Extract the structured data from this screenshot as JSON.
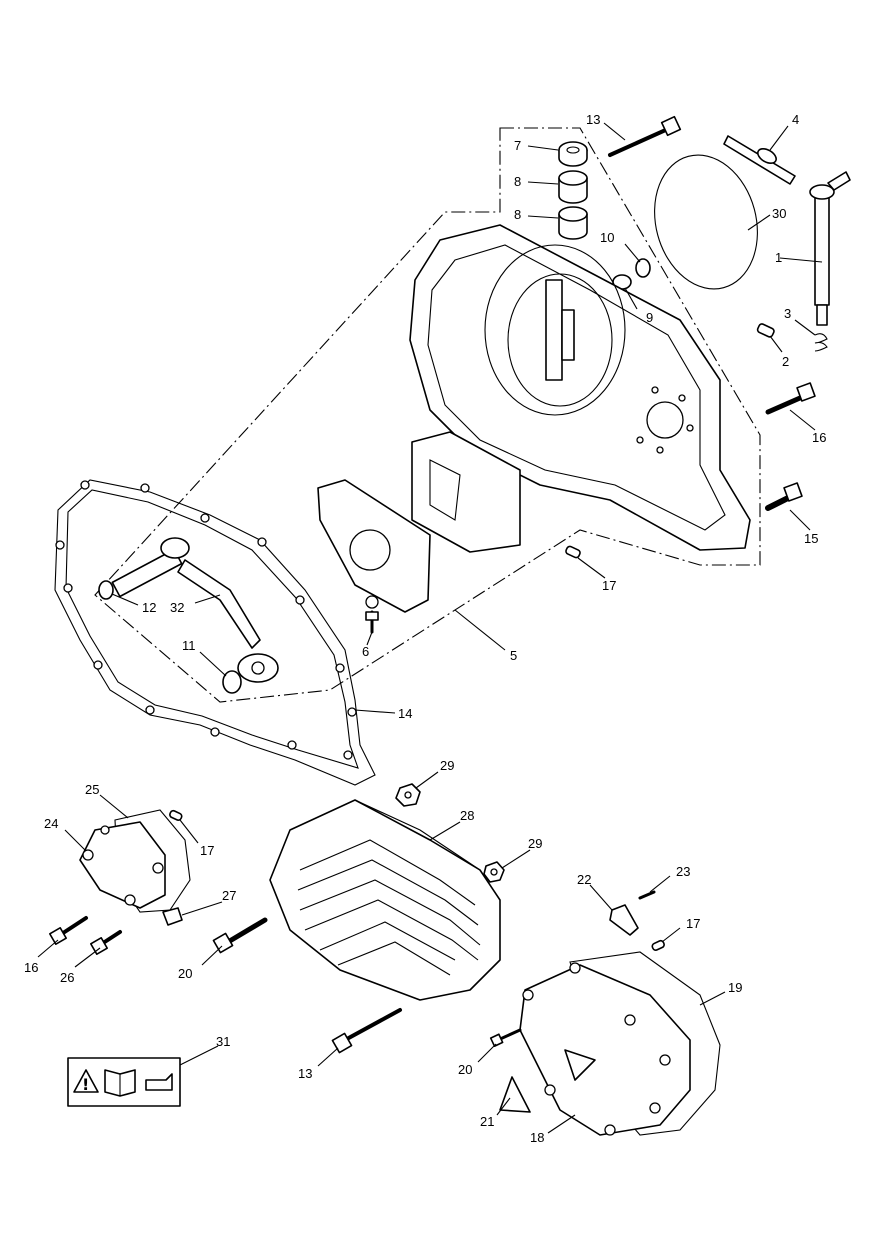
{
  "callouts": {
    "c1": "1",
    "c2": "2",
    "c3": "3",
    "c4": "4",
    "c5": "5",
    "c6": "6",
    "c7": "7",
    "c8a": "8",
    "c8b": "8",
    "c9": "9",
    "c10": "10",
    "c11": "11",
    "c12": "12",
    "c13a": "13",
    "c13b": "13",
    "c14": "14",
    "c15": "15",
    "c16a": "16",
    "c16b": "16",
    "c17a": "17",
    "c17b": "17",
    "c17c": "17",
    "c18": "18",
    "c19": "19",
    "c20a": "20",
    "c20b": "20",
    "c21": "21",
    "c22": "22",
    "c23": "23",
    "c24": "24",
    "c25": "25",
    "c26": "26",
    "c27": "27",
    "c28": "28",
    "c29a": "29",
    "c29b": "29",
    "c30": "30",
    "c31": "31",
    "c32": "32"
  },
  "warning_label": {
    "symbol": "!"
  },
  "icons": [
    "warning-triangle-icon",
    "manual-book-icon",
    "oil-can-icon"
  ]
}
